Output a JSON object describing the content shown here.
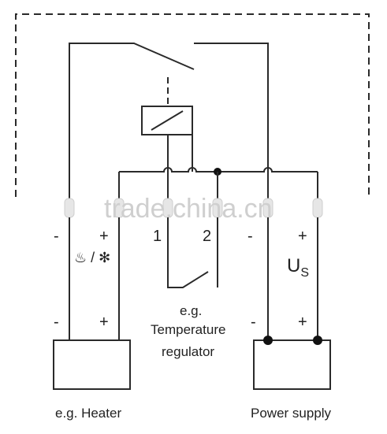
{
  "terminals": {
    "heater_minus": "-",
    "heater_plus": "+",
    "reg_1": "1",
    "reg_2": "2",
    "supply_minus": "-",
    "supply_plus": "+"
  },
  "heater_symbol": "♨ / ✻",
  "supply_label": "U",
  "supply_label_sub": "S",
  "regulator_caption": [
    "e.g.",
    "Temperature",
    "regulator"
  ],
  "heater_box": {
    "minus": "-",
    "plus": "+",
    "caption": "e.g. Heater"
  },
  "supply_box": {
    "minus": "-",
    "plus": "+",
    "caption": "Power supply"
  },
  "watermark": "trade.china.cn"
}
